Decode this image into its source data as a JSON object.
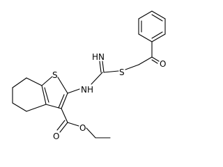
{
  "molecule": {
    "atom_labels": {
      "s_ring": "S",
      "s_thio": "S",
      "nh_imine": "HN",
      "nh_amine": "NH",
      "o_ketone": "O",
      "o_carbonyl": "O",
      "o_ester": "O"
    }
  }
}
